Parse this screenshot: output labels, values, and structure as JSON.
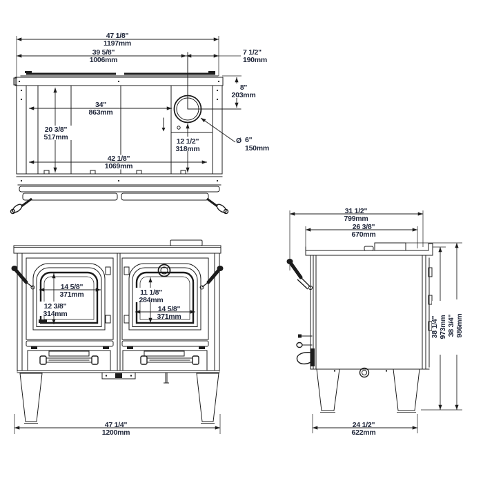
{
  "drawing": {
    "type": "technical-dimension-drawing",
    "subject": "wood cookstove",
    "views": [
      "top-view",
      "front-view",
      "side-view"
    ],
    "colors": {
      "line": "#1c1c1c",
      "text": "#20273a",
      "background": "#ffffff"
    },
    "diameter_symbol": "Ø"
  },
  "views": {
    "top": {
      "dims": {
        "overall_width": {
          "in": "47  1/8\"",
          "mm": "1197mm"
        },
        "left_to_flue": {
          "in": "39  5/8\"",
          "mm": "1006mm"
        },
        "flue_to_right": {
          "in": "7  1/2\"",
          "mm": "190mm"
        },
        "flue_from_back": {
          "in": "8\"",
          "mm": "203mm"
        },
        "flue_diameter": {
          "in": "6\"",
          "mm": "150mm"
        },
        "cooktop_width": {
          "in": "34\"",
          "mm": "863mm"
        },
        "top_depth": {
          "in": "20  3/8\"",
          "mm": "517mm"
        },
        "flue_offset": {
          "in": "12  1/2\"",
          "mm": "318mm"
        },
        "firebox_width": {
          "in": "42  1/8\"",
          "mm": "1069mm"
        }
      }
    },
    "front": {
      "dims": {
        "left_glass_width": {
          "in": "14  5/8\"",
          "mm": "371mm"
        },
        "left_glass_height": {
          "in": "12  3/8\"",
          "mm": "314mm"
        },
        "right_glass_height": {
          "in": "11  1/8\"",
          "mm": "284mm"
        },
        "right_glass_width": {
          "in": "14  5/8\"",
          "mm": "371mm"
        },
        "overall_width": {
          "in": "47  1/4\"",
          "mm": "1200mm"
        }
      }
    },
    "side": {
      "dims": {
        "overall_depth": {
          "in": "31  1/2\"",
          "mm": "799mm"
        },
        "cooktop_depth": {
          "in": "26  3/8\"",
          "mm": "670mm"
        },
        "height_to_cooktop": {
          "in": "38  1/4\"",
          "mm": "973mm"
        },
        "overall_height": {
          "in": "38  3/4\"",
          "mm": "986mm"
        },
        "leg_span_depth": {
          "in": "24  1/2\"",
          "mm": "622mm"
        }
      }
    }
  }
}
